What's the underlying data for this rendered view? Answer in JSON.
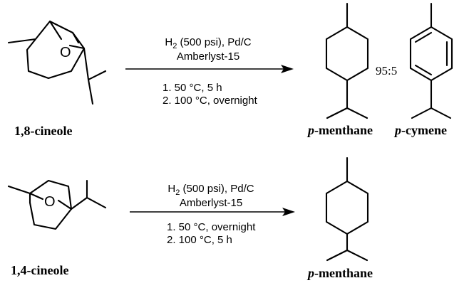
{
  "reaction_1": {
    "reactant": {
      "label": "1,8-cineole",
      "ring_heteroatom": "O"
    },
    "conditions": {
      "reagent_prefix": "H",
      "reagent_subscript": "2",
      "reagent_suffix": " (500 psi), Pd/C",
      "catalyst": "Amberlyst-15",
      "step_1": "1. 50 °C, 5 h",
      "step_2": "2. 100 °C, overnight"
    },
    "ratio": "95:5",
    "products": [
      {
        "prefix": "p",
        "rest": "-menthane"
      },
      {
        "prefix": "p",
        "rest": "-cymene"
      }
    ]
  },
  "reaction_2": {
    "reactant": {
      "label": "1,4-cineole",
      "ring_heteroatom": "O"
    },
    "conditions": {
      "reagent_prefix": "H",
      "reagent_subscript": "2",
      "reagent_suffix": " (500 psi), Pd/C",
      "catalyst": "Amberlyst-15",
      "step_1": "1. 50 °C, overnight",
      "step_2": "2. 100 °C, 5 h"
    },
    "products": [
      {
        "prefix": "p",
        "rest": "-menthane"
      }
    ]
  }
}
